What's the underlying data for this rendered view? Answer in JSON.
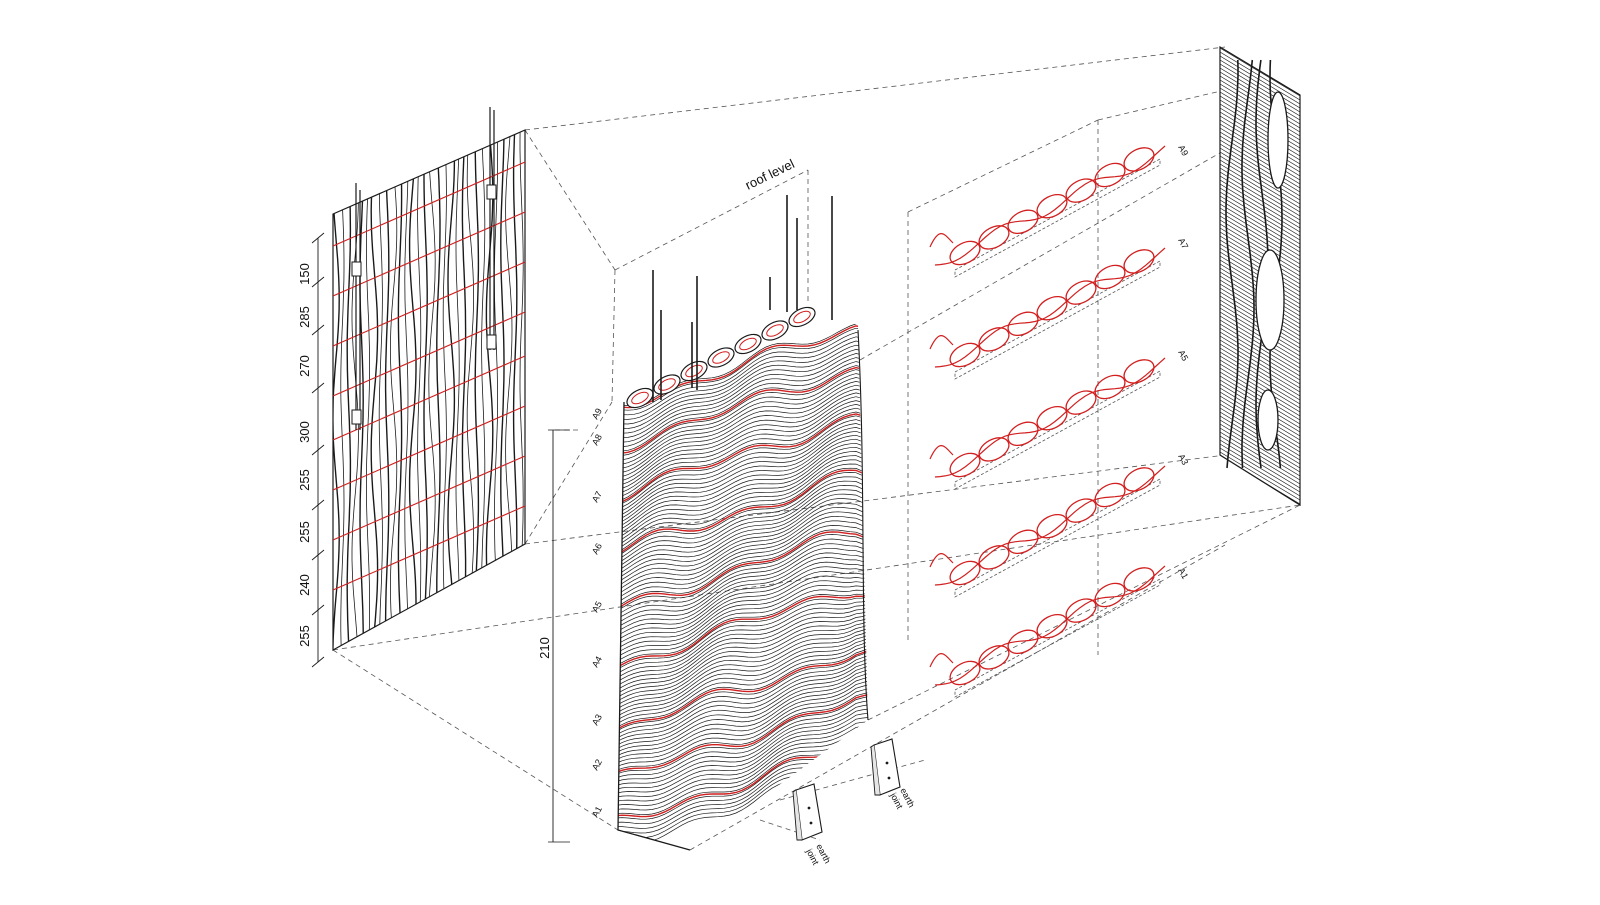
{
  "colors": {
    "ink": "#1a1a1a",
    "grey": "#555555",
    "red": "#d21f1f",
    "background": "#ffffff"
  },
  "elevation_dims": [
    "150",
    "285",
    "270",
    "300",
    "255",
    "255",
    "240",
    "255"
  ],
  "height_dim": "210",
  "layer_levels": [
    "A1",
    "A2",
    "A3",
    "A4",
    "A5",
    "A6",
    "A7",
    "A8",
    "A9"
  ],
  "roof_label": "roof level",
  "section_labels": [
    "A9",
    "A7",
    "A5",
    "A3",
    "A1"
  ],
  "earth_joint_lines": [
    "earth",
    "joint"
  ]
}
